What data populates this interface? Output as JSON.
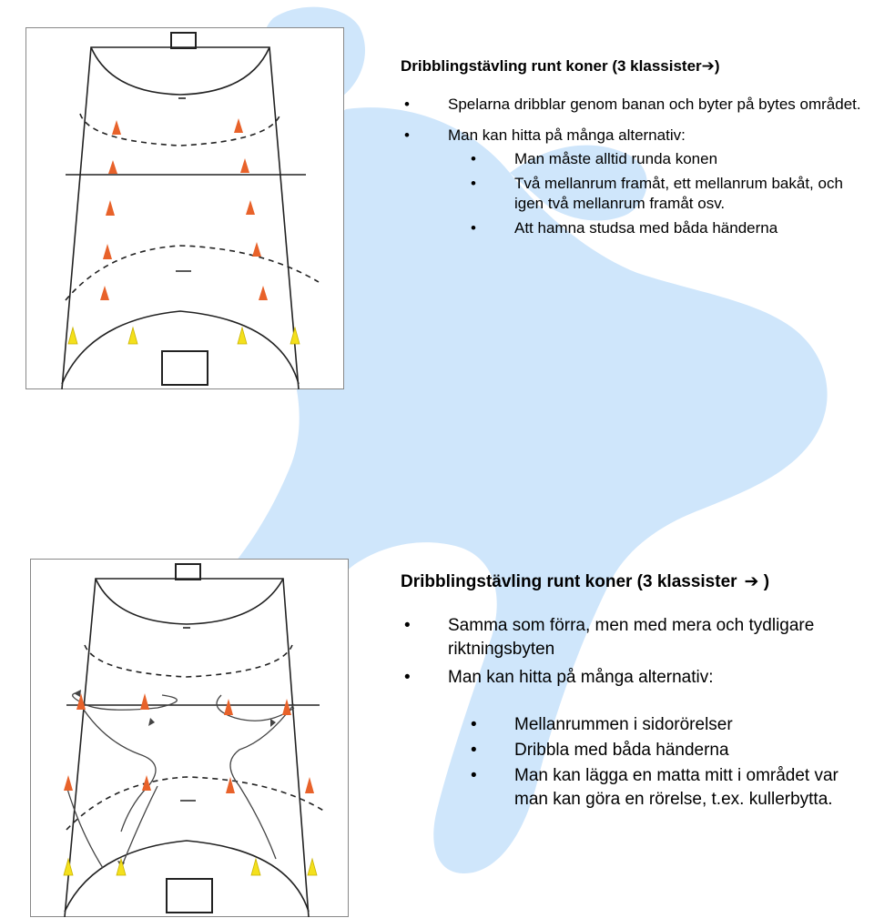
{
  "background": {
    "icon": "handball-player-silhouette-icon",
    "color": "#cfe6fb"
  },
  "colors": {
    "cone_orange": "#e8622a",
    "cone_yellow": "#f4e01c",
    "court_line": "#222222"
  },
  "section1": {
    "title": "Dribblingstävling runt koner (3 klassister",
    "title_arrow": "➔",
    "title_close": ")",
    "bullets": [
      "Spelarna dribblar genom banan och byter på bytes området.",
      "Man kan hitta på många alternativ:"
    ],
    "subbullets": [
      "Man måste alltid runda konen",
      "Två mellanrum framåt, ett mellanrum bakåt, och igen två mellanrum framåt osv.",
      "Att hamna studsa med båda händerna"
    ]
  },
  "section2": {
    "title": "Dribblingstävling runt koner (3 klassister",
    "title_arrow": "➔",
    "title_close": " )",
    "bullets": [
      "Samma som förra, men med mera och tydligare riktningsbyten",
      "Man kan hitta på många alternativ:"
    ],
    "subbullets": [
      "Mellanrummen i sidorörelser",
      "Dribbla med båda händerna",
      "Man kan lägga en matta mitt i området var man kan göra en rörelse, t.ex. kullerbytta."
    ]
  }
}
